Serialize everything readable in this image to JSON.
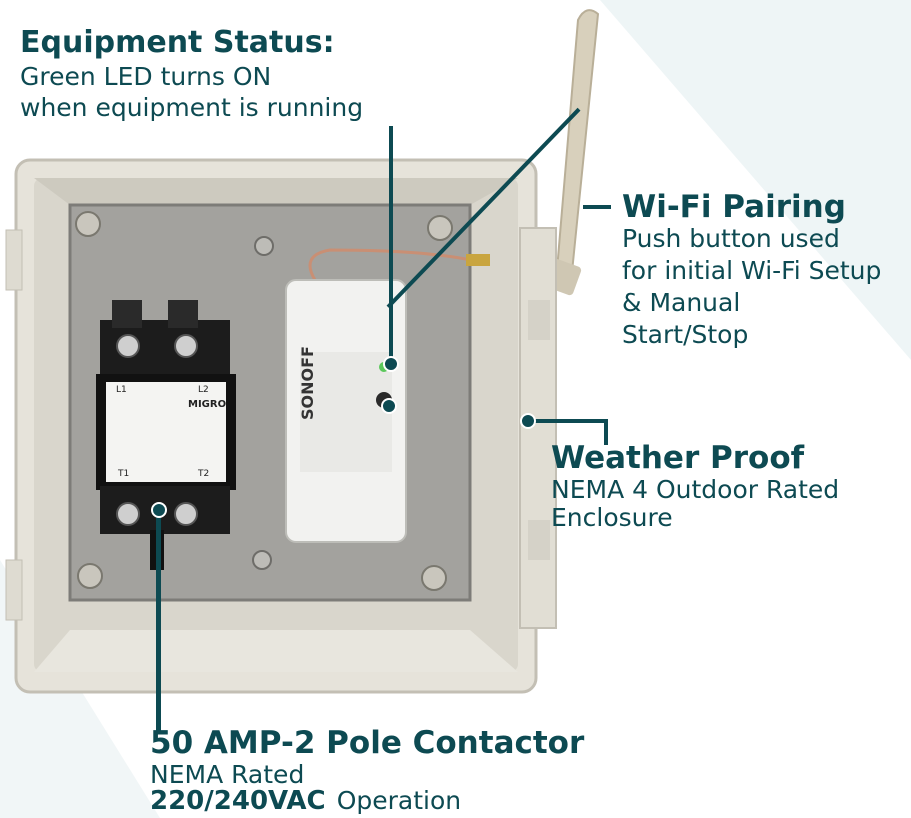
{
  "equipment_status": {
    "title": "Equipment Status:",
    "line1": "Green LED turns ON",
    "line2": "when equipment is running"
  },
  "wifi_pairing": {
    "title": "Wi-Fi Pairing",
    "line1": "Push button used",
    "line2": "for initial Wi-Fi Setup",
    "line3": "& Manual",
    "line4": "Start/Stop"
  },
  "weather_proof": {
    "title": "Weather Proof",
    "line1": "NEMA 4 Outdoor Rated",
    "line2": "Enclosure"
  },
  "contactor": {
    "title": "50 AMP-2 Pole Contactor",
    "line1": "NEMA Rated",
    "voltage": "220/240VAC",
    "operation": "Operation"
  },
  "device_labels": {
    "contactor_brand": "MIGRO",
    "contactor_l1": "L1",
    "contactor_l2": "L2",
    "contactor_t1": "T1",
    "contactor_t2": "T2",
    "relay_brand": "SONOFF"
  },
  "colors": {
    "accent": "#0d4a52",
    "enclosure": "#e6e3da",
    "plate": "#9d9d99"
  }
}
